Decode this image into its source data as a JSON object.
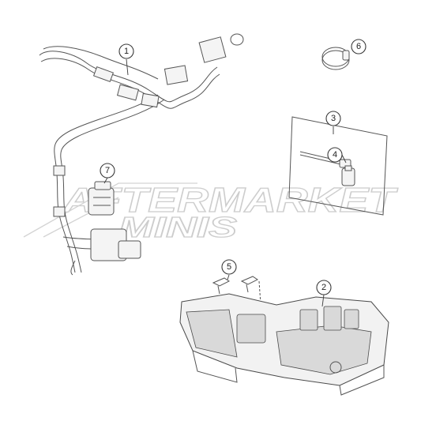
{
  "callouts": [
    {
      "label": "1",
      "part": "wiring harness"
    },
    {
      "label": "2",
      "part": "battery tray / electronics carrier"
    },
    {
      "label": "3",
      "part": "small parts kit"
    },
    {
      "label": "4",
      "part": "connector"
    },
    {
      "label": "5",
      "part": "clips"
    },
    {
      "label": "6",
      "part": "hose clamp"
    },
    {
      "label": "7",
      "part": "relay / connector block"
    }
  ],
  "watermark": {
    "line1": "AFTERMARKET",
    "line2": "MINIS"
  },
  "colors": {
    "background": "#ffffff",
    "linework": "#555555",
    "watermark": "#c8c8c8"
  }
}
